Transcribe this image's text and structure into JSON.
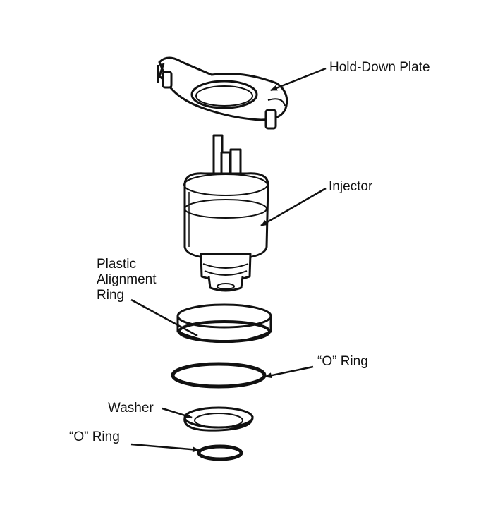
{
  "labels": {
    "hold_down_plate": "Hold-Down Plate",
    "injector": "Injector",
    "plastic_alignment_ring": [
      "Plastic",
      "Alignment",
      "Ring"
    ],
    "o_ring_upper": "“O” Ring",
    "washer": "Washer",
    "o_ring_lower": "“O” Ring"
  },
  "colors": {
    "line": "#111111",
    "background": "#ffffff"
  }
}
